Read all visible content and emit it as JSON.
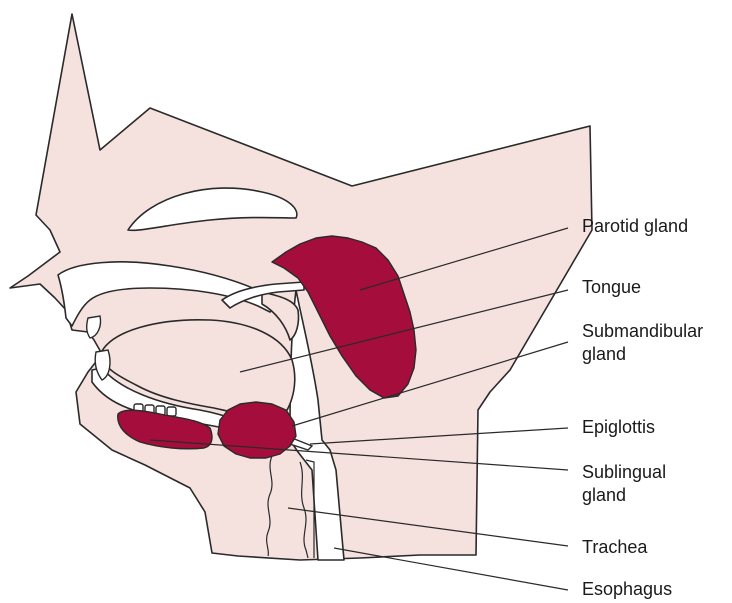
{
  "labels": {
    "parotid": "Parotid gland",
    "tongue": "Tongue",
    "submandibular_line1": "Submandibular",
    "submandibular_line2": "gland",
    "epiglottis": "Epiglottis",
    "sublingual_line1": "Sublingual",
    "sublingual_line2": "gland",
    "trachea": "Trachea",
    "esophagus": "Esophagus"
  },
  "colors": {
    "tissue": "#f5e1dd",
    "gland": "#a50e3c",
    "outline": "#2a2a2a"
  }
}
